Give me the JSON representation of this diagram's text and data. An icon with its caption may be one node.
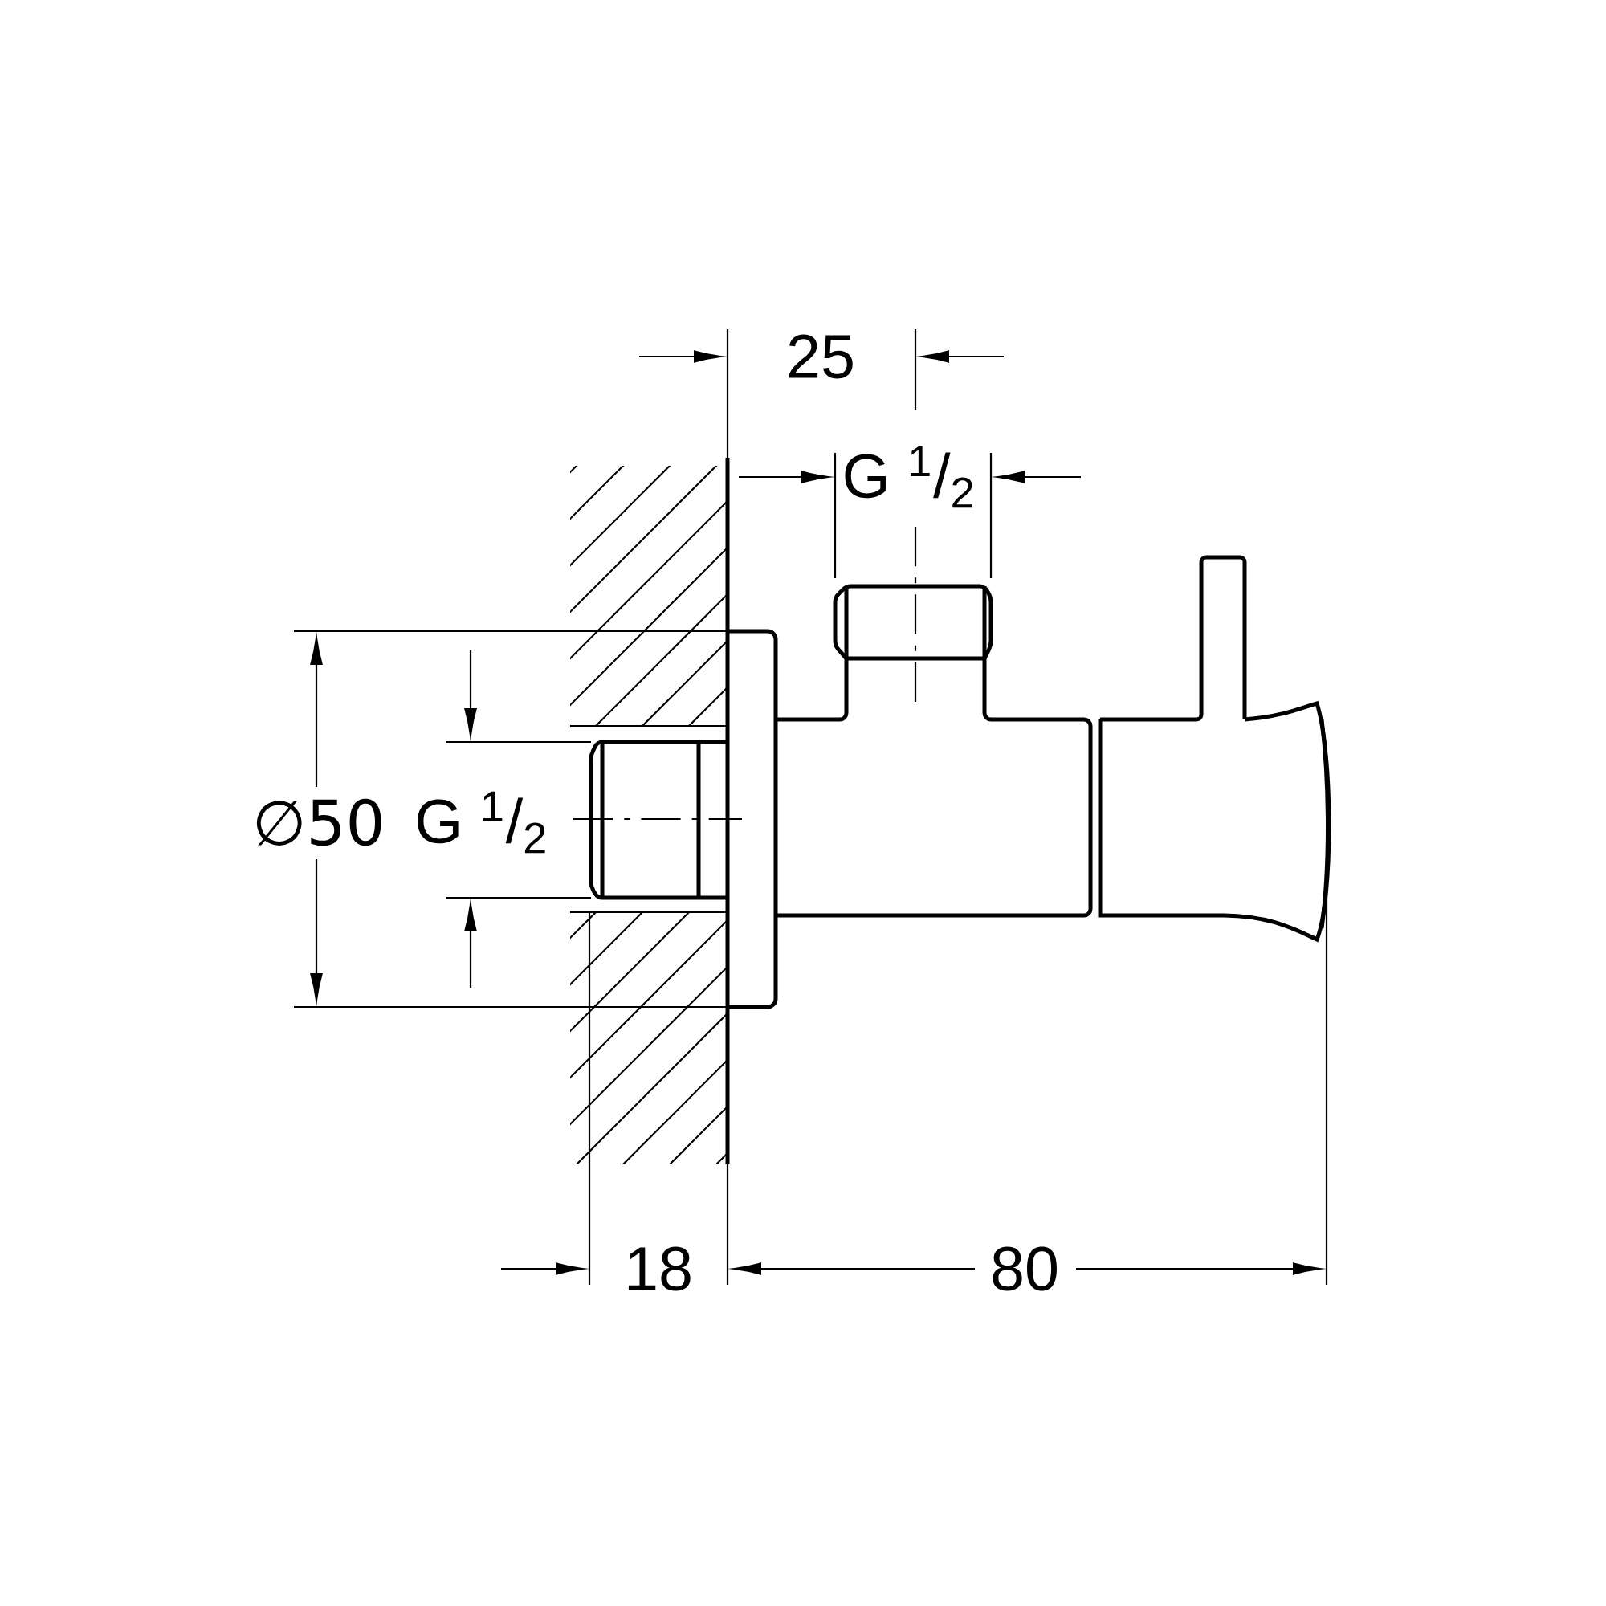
{
  "diagram": {
    "labels": [
      "25",
      "G $^{1}$/$_{2}$",
      "∅50",
      "G $^{1}$/$_{2}$",
      "18",
      "80"
    ]
  }
}
